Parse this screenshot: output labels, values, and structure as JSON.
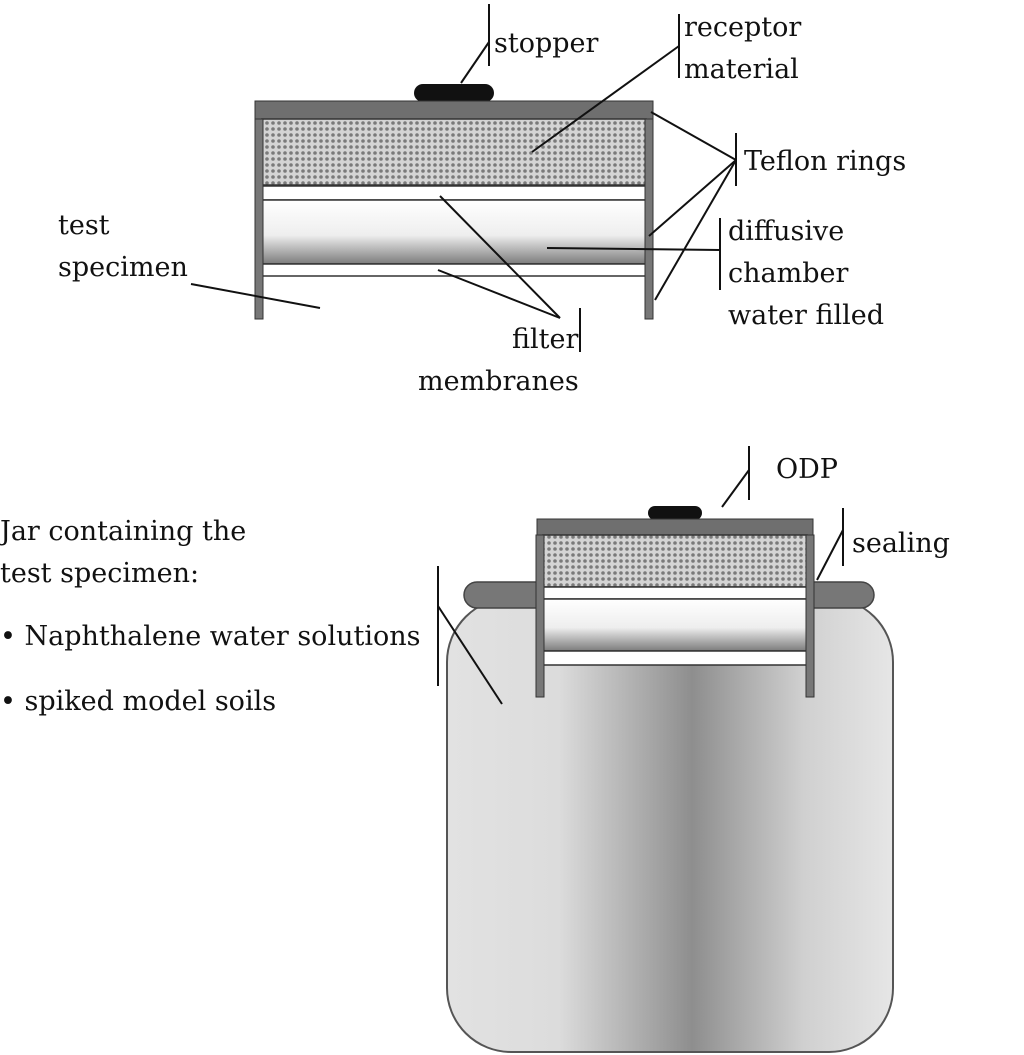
{
  "top_device": {
    "labels": {
      "stopper": "stopper",
      "receptor_1": "receptor",
      "receptor_2": "material",
      "teflon": "Teflon rings",
      "diffusive_1": "diffusive",
      "diffusive_2": "chamber",
      "diffusive_3": "water filled",
      "test_1": "test",
      "test_2": "specimen",
      "filter_1": "filter",
      "filter_2": "membranes"
    }
  },
  "bottom_device": {
    "labels": {
      "odp": "ODP",
      "sealing": "sealing",
      "jar_1": "Jar containing the",
      "jar_2": "test specimen:",
      "item_1": "• Naphthalene water solutions",
      "item_2": "• spiked model soils"
    }
  },
  "colors": {
    "cap": "#6f6f6f",
    "stopper": "#111111",
    "mesh": "#cfcfcf",
    "jar_fill": "#d8d8d8",
    "jar_dark": "#8a8a8a",
    "rim": "#777777"
  }
}
